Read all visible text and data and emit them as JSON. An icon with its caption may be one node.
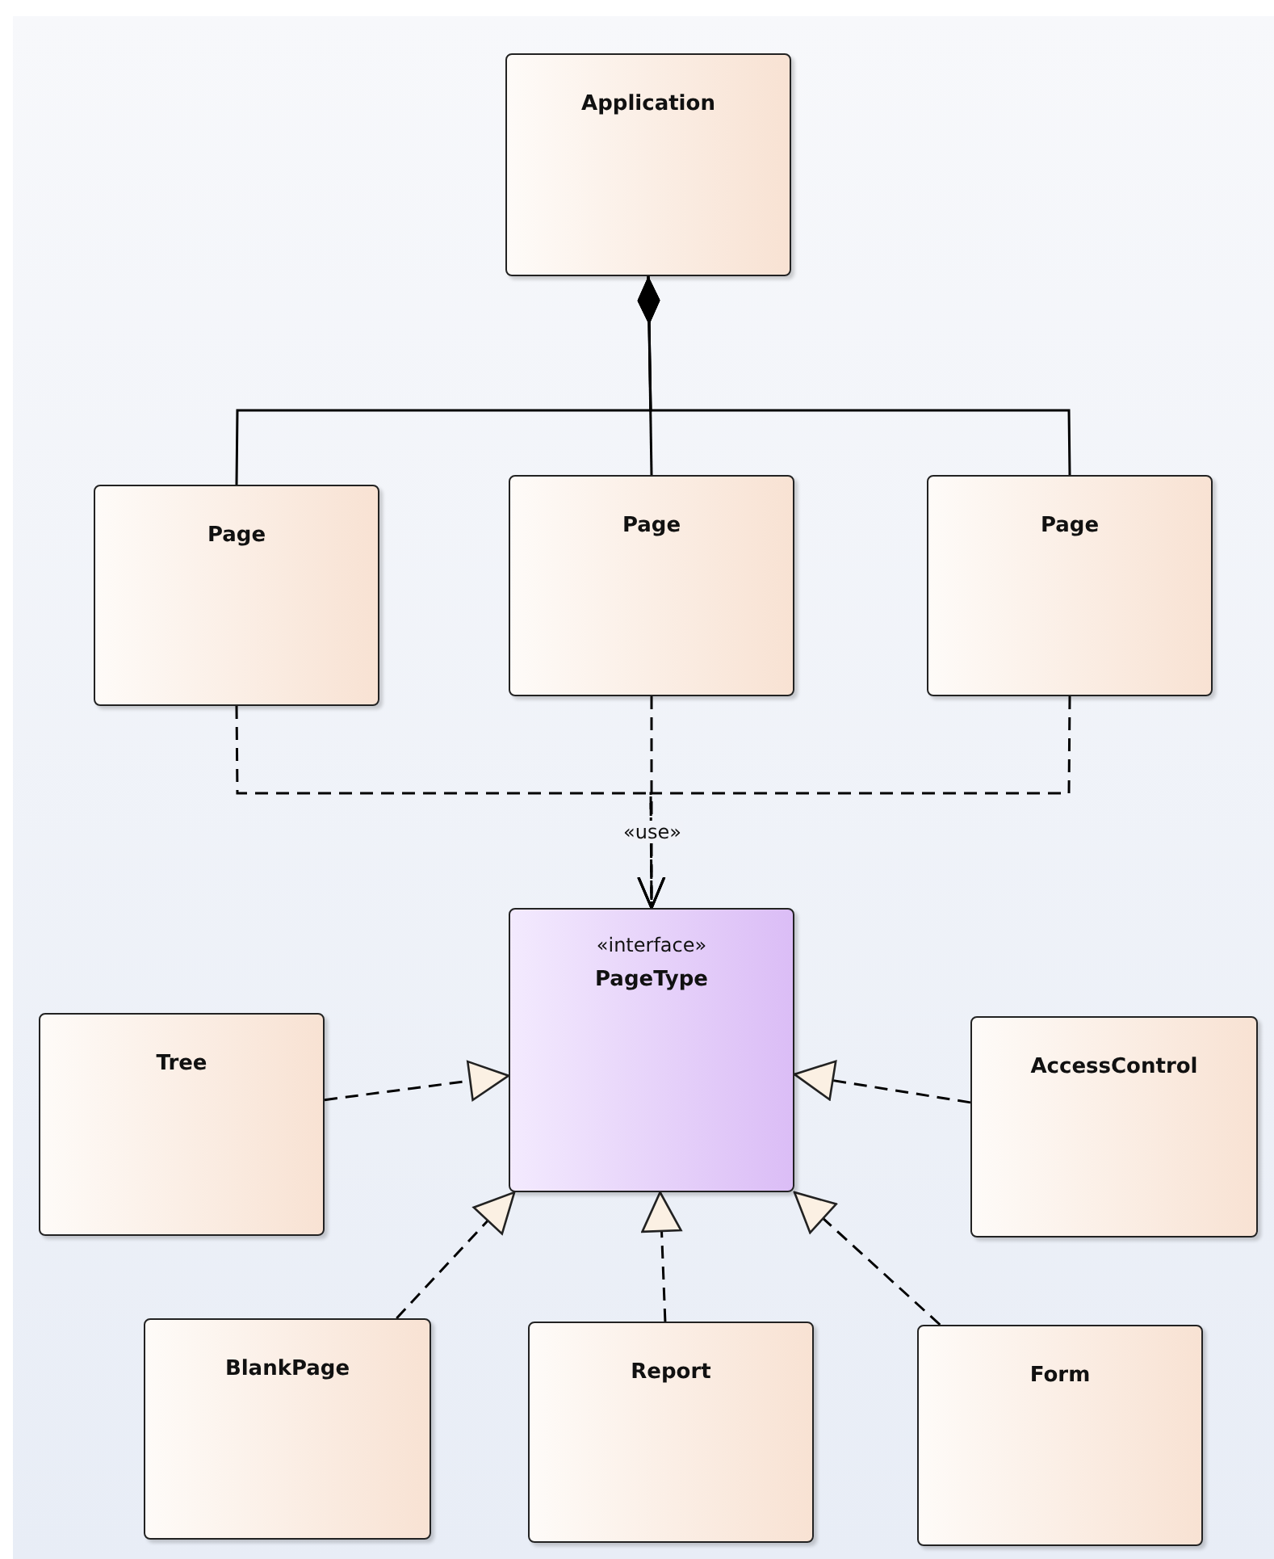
{
  "diagram": {
    "nodes": [
      {
        "text": [
          "Application"
        ]
      },
      {
        "text": [
          "Page"
        ]
      },
      {
        "text": [
          "Page"
        ]
      },
      {
        "text": [
          "Page"
        ]
      },
      {
        "text": [
          "«interface»",
          "PageType"
        ]
      },
      {
        "text": [
          "Tree"
        ]
      },
      {
        "text": [
          "AccessControl"
        ]
      },
      {
        "text": [
          "BlankPage"
        ]
      },
      {
        "text": [
          "Report"
        ]
      },
      {
        "text": [
          "Form"
        ]
      }
    ],
    "edges": [
      {
        "from": 0,
        "to": 1,
        "arrow": "other"
      },
      {
        "from": 0,
        "to": 2,
        "arrow": "other"
      },
      {
        "from": 0,
        "to": 3,
        "arrow": "other"
      },
      {
        "from": 1,
        "to": 4,
        "arrow": "to",
        "style": "dashed"
      },
      {
        "from": 2,
        "to": 4,
        "arrow": "to",
        "style": "dashed",
        "label": "«use»"
      },
      {
        "from": 3,
        "to": 4,
        "arrow": "to",
        "style": "dashed"
      },
      {
        "from": 5,
        "to": 4,
        "arrow": "to",
        "style": "dashed"
      },
      {
        "from": 6,
        "to": 4,
        "arrow": "to",
        "style": "dashed"
      },
      {
        "from": 7,
        "to": 4,
        "arrow": "to",
        "style": "dashed"
      },
      {
        "from": 8,
        "to": 4,
        "arrow": "to",
        "style": "dashed"
      },
      {
        "from": 9,
        "to": 4,
        "arrow": "to",
        "style": "dashed"
      }
    ]
  }
}
